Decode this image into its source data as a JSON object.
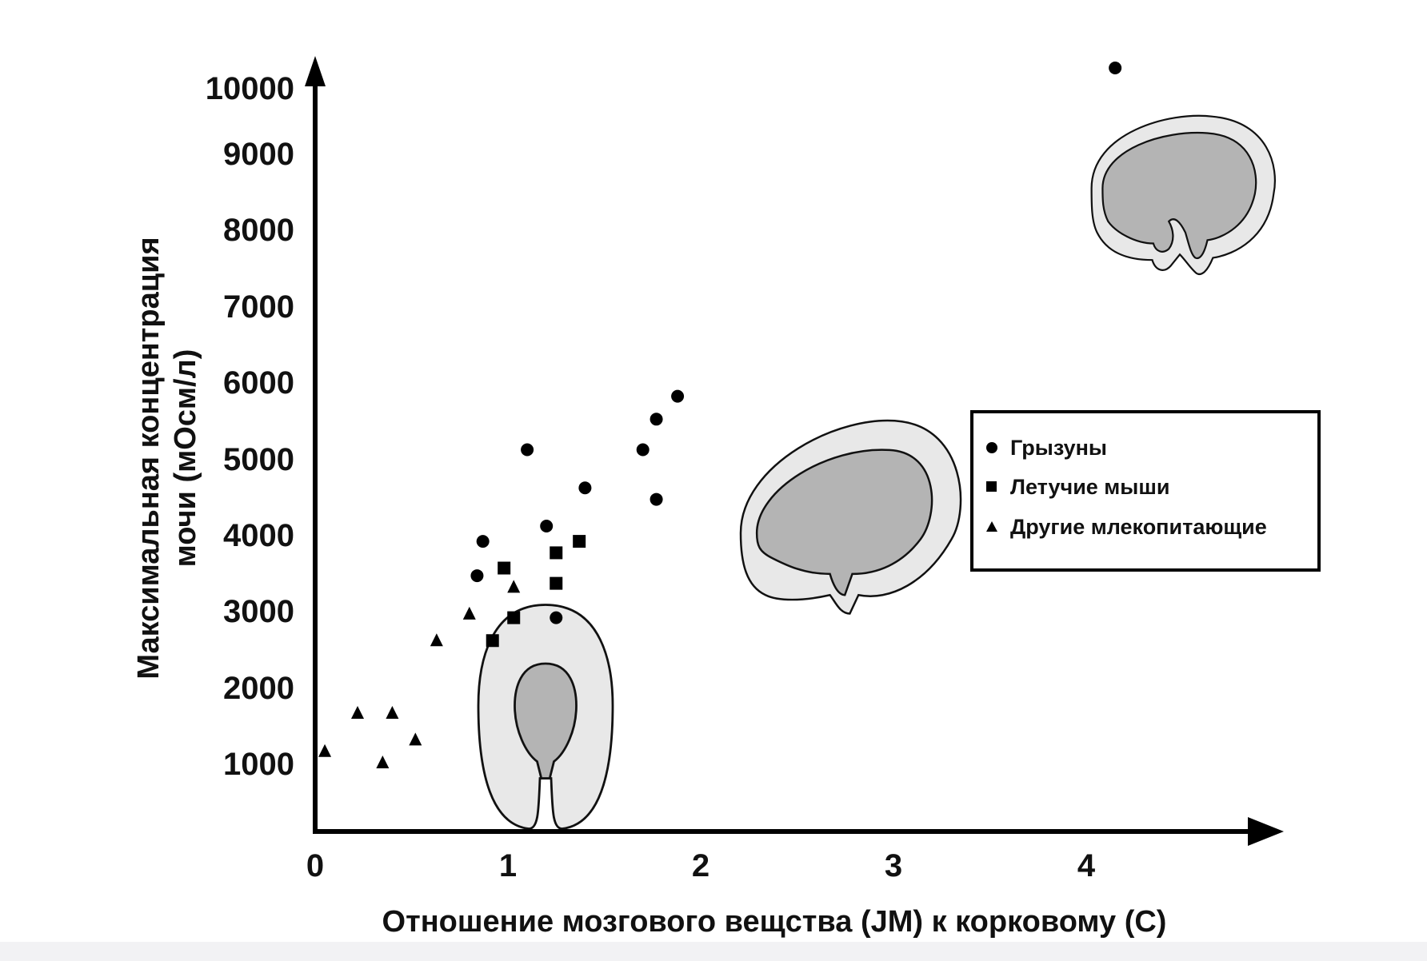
{
  "chart_data": {
    "type": "scatter",
    "xlabel": "Отношение мозгового вещства (JM) к корковому (C)",
    "ylabel_line1": "Максимальная концентрация",
    "ylabel_line2": "мочи  (мОсм/л)",
    "x_ticks": [
      "0",
      "1",
      "2",
      "3",
      "4"
    ],
    "y_ticks": [
      "1000",
      "2000",
      "3000",
      "4000",
      "5000",
      "6000",
      "7000",
      "8000",
      "9000",
      "10000"
    ],
    "xlim": [
      0,
      4.8
    ],
    "ylim": [
      0,
      10000
    ],
    "grid": false,
    "legend_position": "right",
    "series": [
      {
        "name": "Грызуны",
        "marker": "circle",
        "color": "#000000",
        "points": [
          [
            0.84,
            3350
          ],
          [
            0.87,
            3800
          ],
          [
            1.1,
            5000
          ],
          [
            1.2,
            4000
          ],
          [
            1.25,
            2800
          ],
          [
            1.4,
            4500
          ],
          [
            1.7,
            5000
          ],
          [
            1.77,
            4350
          ],
          [
            1.77,
            5400
          ],
          [
            1.88,
            5700
          ],
          [
            4.15,
            10000
          ]
        ]
      },
      {
        "name": "Летучие мыши",
        "marker": "square",
        "color": "#000000",
        "points": [
          [
            0.92,
            2500
          ],
          [
            0.98,
            3450
          ],
          [
            1.03,
            2800
          ],
          [
            1.25,
            3650
          ],
          [
            1.25,
            3250
          ],
          [
            1.37,
            3800
          ]
        ]
      },
      {
        "name": "Другие млекопитающие",
        "marker": "triangle",
        "color": "#000000",
        "points": [
          [
            0.05,
            1050
          ],
          [
            0.22,
            1550
          ],
          [
            0.35,
            900
          ],
          [
            0.4,
            1550
          ],
          [
            0.52,
            1200
          ],
          [
            0.63,
            2500
          ],
          [
            0.8,
            2850
          ],
          [
            1.03,
            3200
          ]
        ]
      }
    ]
  },
  "colors": {
    "axis": "#000000",
    "kidney_cortex": "#e8e8e8",
    "kidney_medulla": "#b4b4b4"
  },
  "illustrations": [
    "kidney-small-icon",
    "kidney-medium-icon",
    "kidney-large-icon"
  ]
}
